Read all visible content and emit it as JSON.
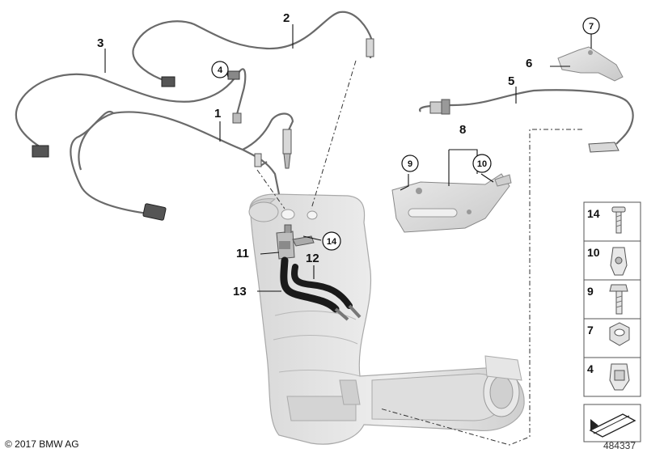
{
  "callouts": {
    "n1": "1",
    "n2": "2",
    "n3": "3",
    "n4": "4",
    "n5": "5",
    "n6": "6",
    "n7": "7",
    "n8": "8",
    "n9": "9",
    "n10": "10",
    "n11": "11",
    "n12": "12",
    "n13": "13",
    "n14": "14"
  },
  "parts_panel": [
    "14",
    "10",
    "9",
    "7",
    "4"
  ],
  "footer": {
    "copyright": "© 2017 BMW AG",
    "doc_number": "484337"
  },
  "colors": {
    "wire": "#6a6a6a",
    "part_fill": "#e4e4e4",
    "part_stroke": "#9a9a9a",
    "hose": "#1a1a1a",
    "panel_border": "#555555"
  }
}
